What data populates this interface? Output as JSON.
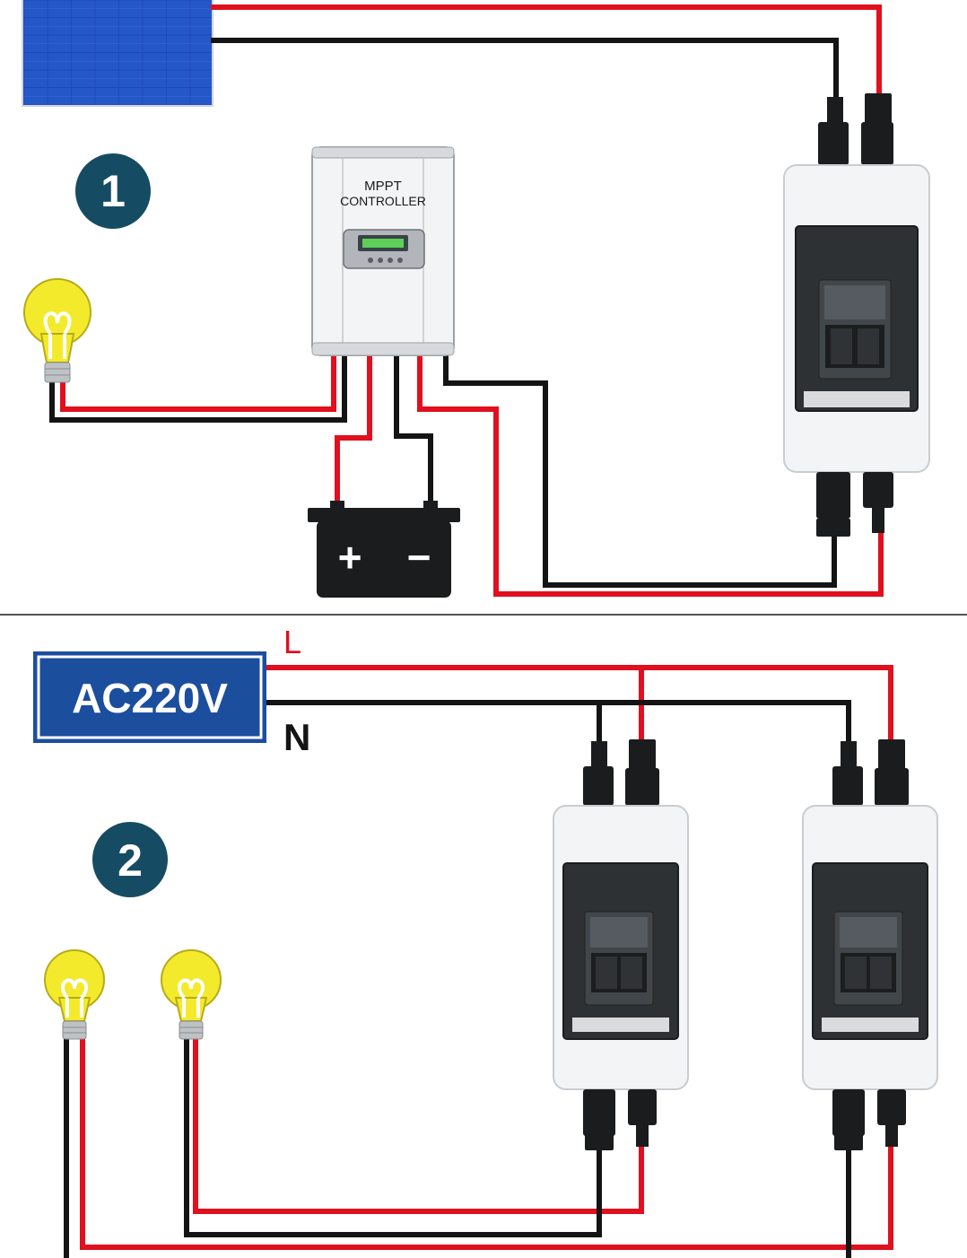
{
  "steps": {
    "step1": "1",
    "step2": "2"
  },
  "controller": {
    "line1": "MPPT",
    "line2": "CONTROLLER"
  },
  "battery": {
    "plus": "+",
    "minus": "−"
  },
  "ac_source": {
    "label": "AC220V",
    "live": "L",
    "neutral": "N"
  },
  "colors": {
    "live_wire": "#e0101e",
    "neutral_wire": "#141414",
    "badge": "#164c63",
    "ac_box": "#1c4e9e",
    "bulb": "#f4ea2c",
    "solar_panel": "#1f49b8"
  },
  "icons": [
    "solar-panel-icon",
    "lightbulb-icon",
    "battery-icon",
    "breaker-box-icon",
    "mppt-controller-icon"
  ]
}
